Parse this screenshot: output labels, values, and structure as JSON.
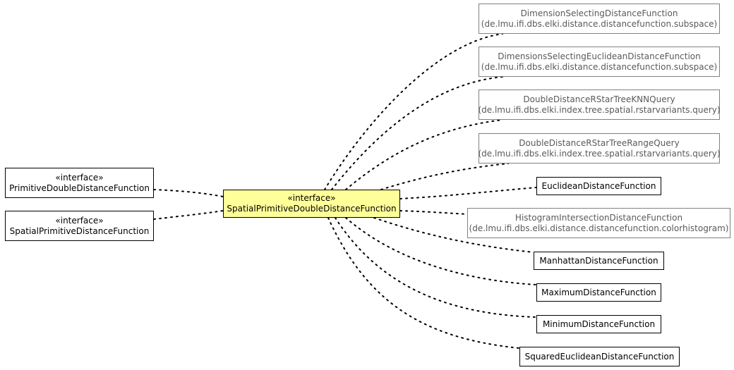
{
  "nodes": {
    "primitive_double": {
      "stereotype": "«interface»",
      "name": "PrimitiveDoubleDistanceFunction"
    },
    "spatial_primitive": {
      "stereotype": "«interface»",
      "name": "SpatialPrimitiveDistanceFunction"
    },
    "focus": {
      "stereotype": "«interface»",
      "name": "SpatialPrimitiveDoubleDistanceFunction"
    },
    "dimension_selecting": {
      "name": "DimensionSelectingDistanceFunction",
      "package": "(de.lmu.ifi.dbs.elki.distance.distancefunction.subspace)"
    },
    "dimensions_selecting_euclidean": {
      "name": "DimensionsSelectingEuclideanDistanceFunction",
      "package": "(de.lmu.ifi.dbs.elki.distance.distancefunction.subspace)"
    },
    "knn_query": {
      "name": "DoubleDistanceRStarTreeKNNQuery",
      "package": "(de.lmu.ifi.dbs.elki.index.tree.spatial.rstarvariants.query)"
    },
    "range_query": {
      "name": "DoubleDistanceRStarTreeRangeQuery",
      "package": "(de.lmu.ifi.dbs.elki.index.tree.spatial.rstarvariants.query)"
    },
    "euclidean": {
      "name": "EuclideanDistanceFunction"
    },
    "histogram": {
      "name": "HistogramIntersectionDistanceFunction",
      "package": "(de.lmu.ifi.dbs.elki.distance.distancefunction.colorhistogram)"
    },
    "manhattan": {
      "name": "ManhattanDistanceFunction"
    },
    "maximum": {
      "name": "MaximumDistanceFunction"
    },
    "minimum": {
      "name": "MinimumDistanceFunction"
    },
    "squared_euclidean": {
      "name": "SquaredEuclideanDistanceFunction"
    }
  },
  "colors": {
    "focus_fill": "#ffff99",
    "external_border": "#808080",
    "external_text": "#5a5a5a"
  }
}
